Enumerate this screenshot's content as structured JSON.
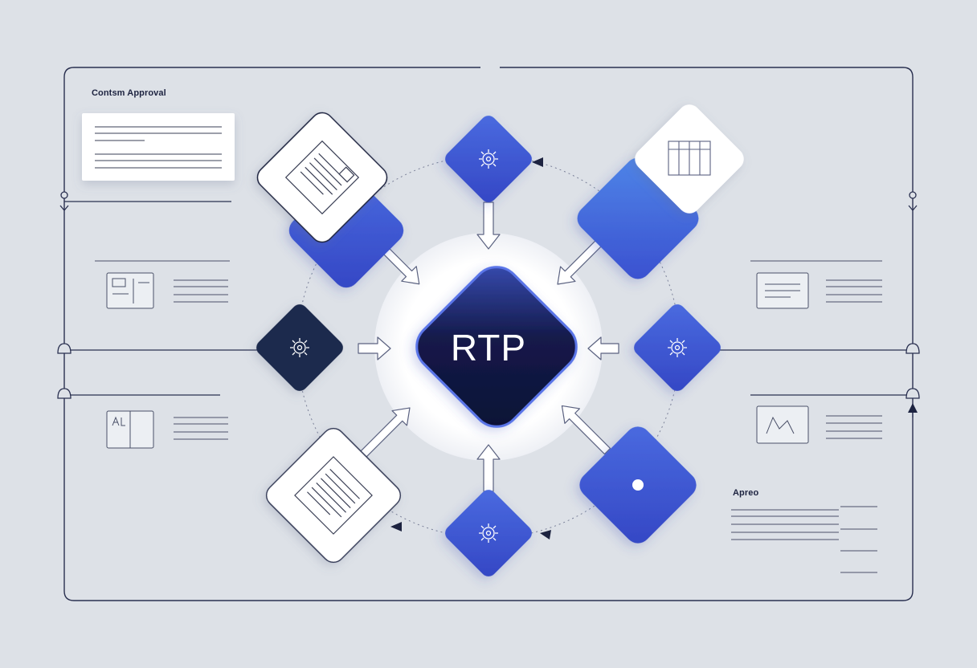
{
  "hub": {
    "label": "RTP"
  },
  "labels": {
    "top_left": "Contsm Approval",
    "bottom_right": "Apreo"
  },
  "colors": {
    "background": "#dde1e7",
    "hub_dark": "#161c52",
    "node_blue": "#3f5bd6",
    "node_navy": "#1f2a4d",
    "line": "#2a3050"
  }
}
